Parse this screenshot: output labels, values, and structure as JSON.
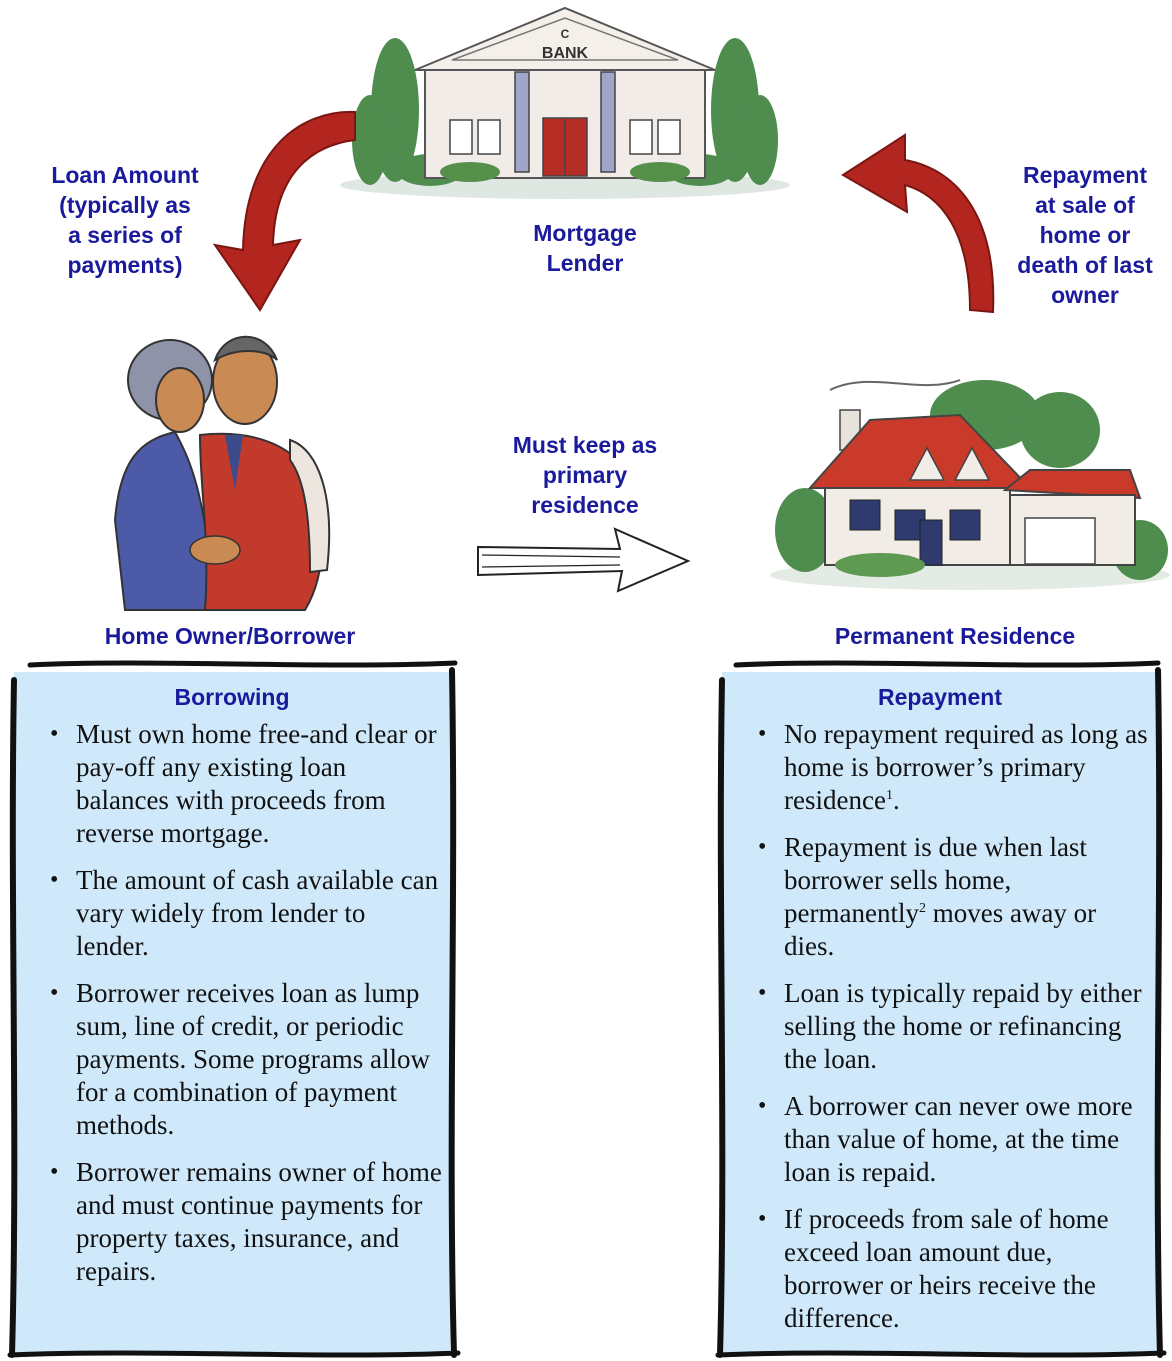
{
  "lender": {
    "bank_sign": "BANK",
    "pediment_letter": "C",
    "label": "Mortgage\nLender"
  },
  "loan_amount": {
    "label": "Loan Amount\n(typically as\na series of\npayments)"
  },
  "repayment_flow": {
    "label": "Repayment\nat sale of\nhome or\ndeath of last\nowner"
  },
  "keep": {
    "label": "Must keep as\nprimary\nresidence"
  },
  "borrower": {
    "caption": "Home Owner/Borrower"
  },
  "residence": {
    "caption": "Permanent Residence"
  },
  "borrowing": {
    "title": "Borrowing",
    "items": [
      "Must own home free-and clear or pay-off any existing loan balances with proceeds from reverse mortgage.",
      "The amount of cash available can vary widely from lender to lender.",
      "Borrower receives loan as lump sum, line of credit, or periodic payments. Some programs allow for a combination of payment methods.",
      "Borrower remains owner of home and must continue payments for property taxes, insurance, and repairs."
    ]
  },
  "repayment": {
    "title": "Repayment",
    "items": [
      {
        "before": "No repayment required as long as home is borrower’s primary residence",
        "sup": "1",
        "after": "."
      },
      {
        "before": "Repayment is due when last borrower sells home, permanently",
        "sup": "2",
        "after": " moves away or dies."
      },
      {
        "before": "Loan is typically repaid by either selling the home or refinancing the loan.",
        "sup": "",
        "after": ""
      },
      {
        "before": "A borrower can never owe more than value of home, at the time loan is repaid.",
        "sup": "",
        "after": ""
      },
      {
        "before": "If proceeds from sale of home exceed loan amount due, borrower or heirs receive the difference.",
        "sup": "",
        "after": ""
      }
    ]
  },
  "colors": {
    "text_blue": "#1a1a9c",
    "panel_fill": "#cfe9fb",
    "arrow_red": "#b2261f",
    "roof_red": "#c93a2a"
  }
}
